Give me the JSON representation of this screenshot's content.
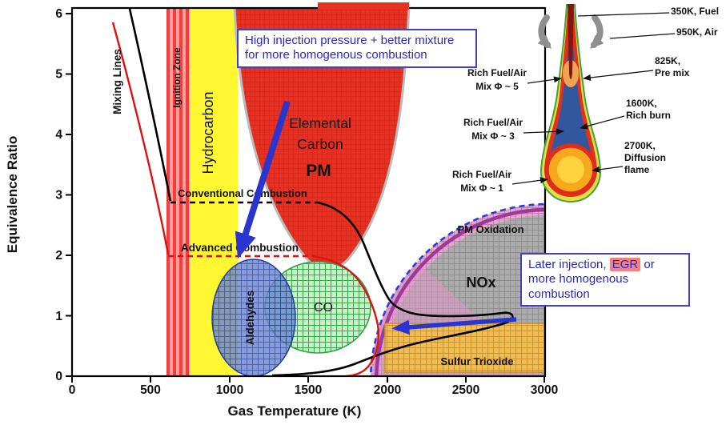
{
  "chart_data": {
    "type": "area",
    "title": "",
    "xlabel": "Gas Temperature (K)",
    "ylabel": "Equivalence Ratio",
    "xlim": [
      0,
      3000
    ],
    "ylim": [
      0,
      6
    ],
    "x_ticks": [
      0,
      500,
      1000,
      1500,
      2000,
      2500,
      3000
    ],
    "y_ticks": [
      0,
      1,
      2,
      3,
      4,
      5,
      6
    ],
    "grid": false,
    "legend": "none",
    "regions": [
      {
        "name": "Ignition Zone",
        "temp_K": [
          600,
          750
        ],
        "phi": [
          0,
          6
        ],
        "fill": "#f23d3d"
      },
      {
        "name": "Hydrocarbon",
        "temp_K": [
          740,
          1050
        ],
        "phi": [
          0,
          6
        ],
        "fill": "#fff732"
      },
      {
        "name": "Elemental Carbon (PM)",
        "temp_K": [
          1030,
          2140
        ],
        "phi": [
          1.85,
          6
        ],
        "fill": "#e93122"
      },
      {
        "name": "Aldehydes",
        "temp_K": [
          890,
          1420
        ],
        "phi": [
          0,
          1.95
        ],
        "fill": "#6d86cf"
      },
      {
        "name": "CO",
        "temp_K": [
          1220,
          1900
        ],
        "phi": [
          0.35,
          1.9
        ],
        "fill": "#c4f2c6"
      },
      {
        "name": "NOx",
        "temp_K": [
          1800,
          3000
        ],
        "phi": [
          0,
          2.85
        ],
        "fill": "#ababab"
      },
      {
        "name": "PM Oxidation",
        "temp_K": [
          2300,
          3000
        ],
        "phi": [
          1.9,
          2.85
        ],
        "fill": "#9e9e9e"
      },
      {
        "name": "Sulfur Trioxide",
        "temp_K": [
          1990,
          3000
        ],
        "phi": [
          0.05,
          0.87
        ],
        "fill": "#edbe58"
      }
    ],
    "lines": [
      {
        "name": "Mixing Lines",
        "style": "solid",
        "colors": [
          "#000000",
          "#dd1111"
        ]
      },
      {
        "name": "Conventional Combustion",
        "style": "dashed",
        "color": "#000000",
        "phi": 2.85,
        "temp_K": [
          625,
          1560
        ]
      },
      {
        "name": "Advanced Combustion",
        "style": "dashed",
        "color": "#dd1111",
        "phi": 1.95,
        "temp_K": [
          610,
          1535
        ]
      }
    ]
  },
  "plot": {
    "labels": {
      "mixing_lines": "Mixing Lines",
      "ignition_zone": "Ignition Zone",
      "hydrocarbon": "Hydrocarbon",
      "elemental_l1": "Elemental",
      "elemental_l2": "Carbon",
      "pm": "PM",
      "conventional": "Conventional Combustion",
      "advanced": "Advanced Combustion",
      "aldehydes": "Aldehydes",
      "co": "CO",
      "nox": "NOx",
      "pm_oxidation": "PM Oxidation",
      "sulfur_trioxide": "Sulfur Trioxide"
    }
  },
  "annotations": {
    "injection": {
      "text": "High injection pressure + better mixture for more homogenous combustion"
    },
    "egr": {
      "pre": "Later injection, ",
      "highlight": "EGR",
      "post": " or more homogenous combustion"
    }
  },
  "flame": {
    "fuel": "350K, Fuel",
    "air": "950K, Air",
    "premix_l1": "825K,",
    "premix_l2": "Pre mix",
    "richburn_l1": "1600K,",
    "richburn_l2": "Rich burn",
    "diffusion_l1": "2700K,",
    "diffusion_l2": "Diffusion",
    "diffusion_l3": "flame",
    "phi5_l1": "Rich Fuel/Air",
    "phi5_l2": "Mix Φ ~ 5",
    "phi3_l1": "Rich Fuel/Air",
    "phi3_l2": "Mix Φ ~ 3",
    "phi1_l1": "Rich Fuel/Air",
    "phi1_l2": "Mix Φ ~ 1"
  }
}
